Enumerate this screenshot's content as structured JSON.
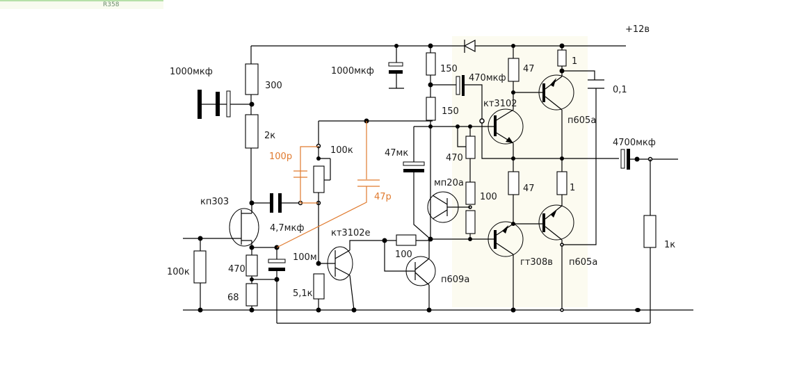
{
  "watermark": {
    "text": "R358"
  },
  "supply": {
    "label": "+12в"
  },
  "colors": {
    "wire": "#000000",
    "feedback": "#e07a2e",
    "background": "#ffffff"
  },
  "components": {
    "c_input": {
      "value": "1000мкф",
      "type": "capacitor-electrolytic"
    },
    "r_300": {
      "value": "300",
      "type": "resistor"
    },
    "r_2k": {
      "value": "2к",
      "type": "resistor"
    },
    "c_filter": {
      "value": "1000мкф",
      "type": "capacitor-electrolytic"
    },
    "r_150_top": {
      "value": "150",
      "type": "resistor"
    },
    "r_150_bottom": {
      "value": "150",
      "type": "resistor"
    },
    "c_bootstrap": {
      "value": "470мкф",
      "type": "capacitor-electrolytic"
    },
    "q_driver": {
      "value": "кт3102",
      "type": "transistor-npn"
    },
    "r_47_top": {
      "value": "47",
      "type": "resistor"
    },
    "r_1_top": {
      "value": "1",
      "type": "resistor"
    },
    "c_01": {
      "value": "0,1",
      "type": "capacitor"
    },
    "q_out_top": {
      "value": "п605а",
      "type": "transistor-pnp"
    },
    "c_output": {
      "value": "4700мкф",
      "type": "capacitor-electrolytic"
    },
    "c_100p": {
      "value": "100р",
      "type": "capacitor"
    },
    "r_100k_pot": {
      "value": "100к",
      "type": "potentiometer"
    },
    "c_47p": {
      "value": "47р",
      "type": "capacitor"
    },
    "c_47mk": {
      "value": "47мк",
      "type": "capacitor-electrolytic"
    },
    "r_470_bias": {
      "value": "470",
      "type": "resistor"
    },
    "q_bias": {
      "value": "мп20а",
      "type": "transistor-pnp"
    },
    "r_100_bias": {
      "value": "100",
      "type": "resistor"
    },
    "r_47_bottom": {
      "value": "47",
      "type": "resistor"
    },
    "r_1_bottom": {
      "value": "1",
      "type": "resistor"
    },
    "q_fet": {
      "value": "кп303",
      "type": "jfet"
    },
    "c_coupling": {
      "value": "4,7мкф",
      "type": "capacitor"
    },
    "r_100k_input": {
      "value": "100к",
      "type": "resistor"
    },
    "r_470_source": {
      "value": "470",
      "type": "resistor"
    },
    "r_68": {
      "value": "68",
      "type": "resistor"
    },
    "c_100m": {
      "value": "100м",
      "type": "capacitor-electrolytic"
    },
    "r_51k": {
      "value": "5,1к",
      "type": "resistor"
    },
    "q_vas": {
      "value": "кт3102е",
      "type": "transistor-npn"
    },
    "r_100_vas": {
      "value": "100",
      "type": "resistor"
    },
    "q_609": {
      "value": "п609а",
      "type": "transistor-pnp"
    },
    "q_pre_bottom": {
      "value": "гт308в",
      "type": "transistor-pnp"
    },
    "q_out_bottom": {
      "value": "п605а",
      "type": "transistor-pnp"
    },
    "r_load": {
      "value": "1к",
      "type": "resistor"
    }
  }
}
